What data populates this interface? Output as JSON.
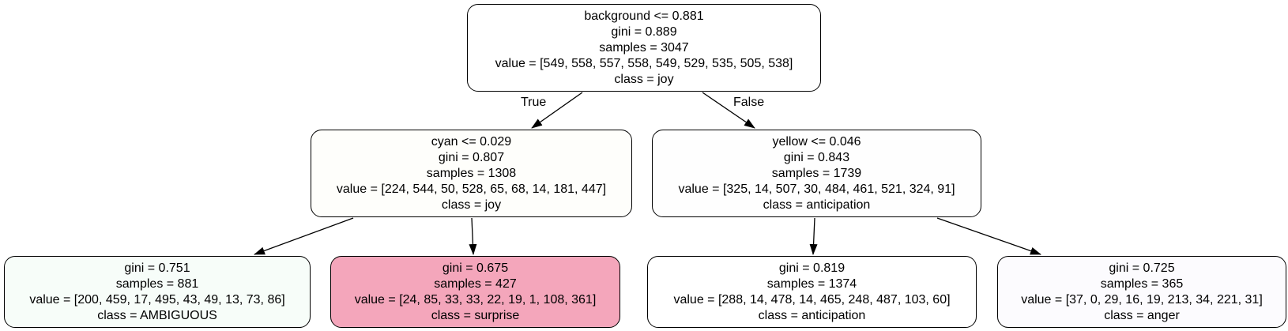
{
  "nodes": [
    {
      "id": "n0",
      "lines": [
        "background <= 0.881",
        "gini = 0.889",
        "samples = 3047",
        "value = [549, 558, 557, 558, 549, 529, 535, 505, 538]",
        "class = joy"
      ],
      "fill": "#ffffff"
    },
    {
      "id": "n1",
      "lines": [
        "cyan <= 0.029",
        "gini = 0.807",
        "samples = 1308",
        "value = [224, 544, 50, 528, 65, 68, 14, 181, 447]",
        "class = joy"
      ],
      "fill": "#fefefb"
    },
    {
      "id": "n2",
      "lines": [
        "yellow <= 0.046",
        "gini = 0.843",
        "samples = 1739",
        "value = [325, 14, 507, 30, 484, 461, 521, 324, 91]",
        "class = anticipation"
      ],
      "fill": "#fefefe"
    },
    {
      "id": "n3",
      "lines": [
        "gini = 0.751",
        "samples = 881",
        "value = [200, 459, 17, 495, 43, 49, 13, 73, 86]",
        "class = AMBIGUOUS"
      ],
      "fill": "#f7fdf9"
    },
    {
      "id": "n4",
      "lines": [
        "gini = 0.675",
        "samples = 427",
        "value = [24, 85, 33, 33, 22, 19, 1, 108, 361]",
        "class = surprise"
      ],
      "fill": "#f4a6bb"
    },
    {
      "id": "n5",
      "lines": [
        "gini = 0.819",
        "samples = 1374",
        "value = [288, 14, 478, 14, 465, 248, 487, 103, 60]",
        "class = anticipation"
      ],
      "fill": "#ffffff"
    },
    {
      "id": "n6",
      "lines": [
        "gini = 0.725",
        "samples = 365",
        "value = [37, 0, 29, 16, 19, 213, 34, 221, 31]",
        "class = anger"
      ],
      "fill": "#fcfbfe"
    }
  ],
  "edges": [
    {
      "from": "n0",
      "to": "n1",
      "label": "True"
    },
    {
      "from": "n0",
      "to": "n2",
      "label": "False"
    },
    {
      "from": "n1",
      "to": "n3",
      "label": ""
    },
    {
      "from": "n1",
      "to": "n4",
      "label": ""
    },
    {
      "from": "n2",
      "to": "n5",
      "label": ""
    },
    {
      "from": "n2",
      "to": "n6",
      "label": ""
    }
  ]
}
